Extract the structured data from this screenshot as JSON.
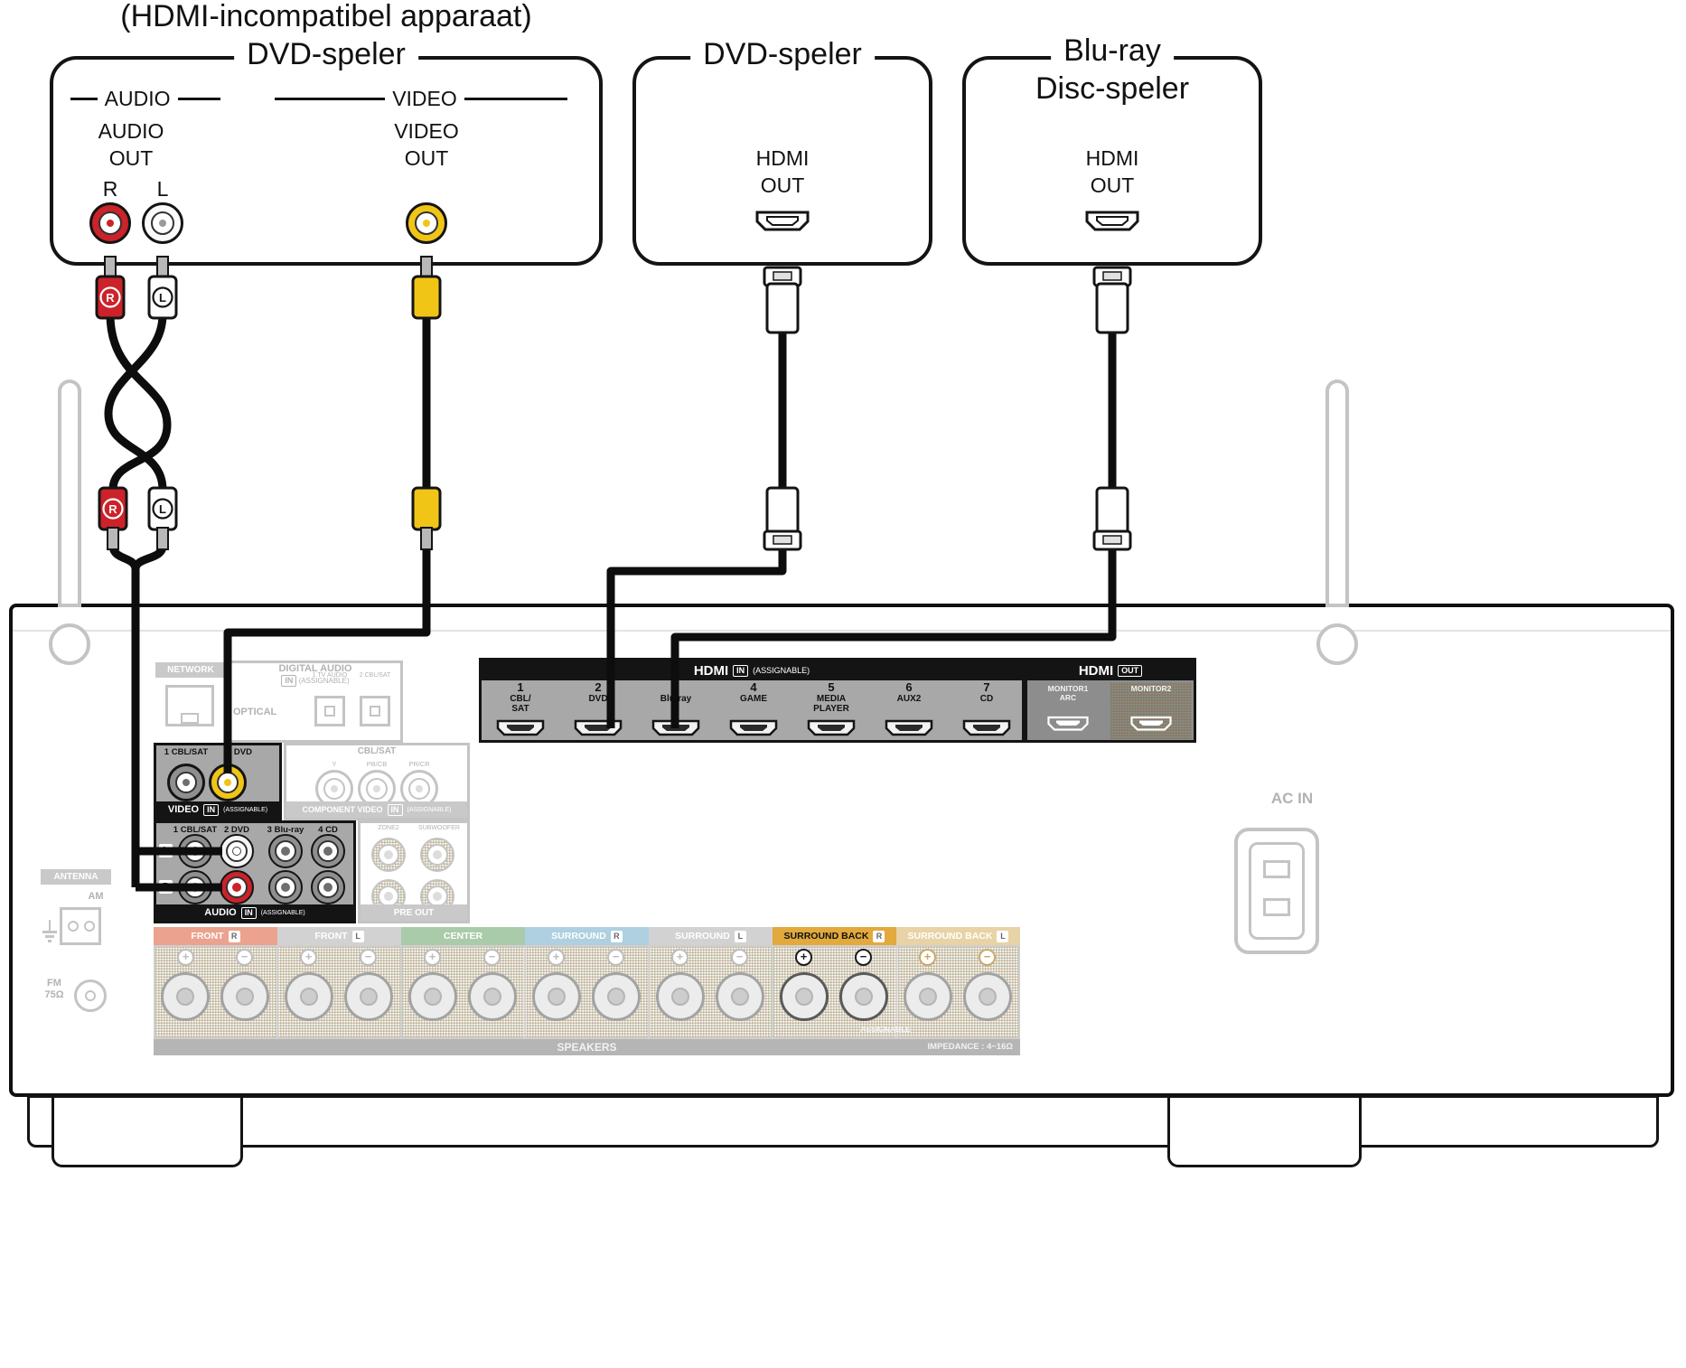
{
  "colors": {
    "cable_black": "#0d0d0d",
    "rca_red": "#cc2229",
    "rca_yellow": "#f0c516",
    "highlight_panel": "#a8a8a8",
    "strip_black": "#141414",
    "ghost_gray": "#c4c4c4",
    "front_r": "#eba28e",
    "center": "#a9cba9",
    "surround_r": "#aed0e0",
    "surround_back_r": "#e2a93c",
    "surround_back_l": "#e8d3a6"
  },
  "devices": {
    "analog_dvd": {
      "subtitle": "(HDMI-incompatibel apparaat)",
      "title": "DVD-speler",
      "audio_group": "AUDIO",
      "video_group": "VIDEO",
      "audio_out_line1": "AUDIO",
      "audio_out_line2": "OUT",
      "jack_r": "R",
      "jack_l": "L",
      "video_out_line1": "VIDEO",
      "video_out_line2": "OUT"
    },
    "hdmi_dvd": {
      "title": "DVD-speler",
      "hdmi_line1": "HDMI",
      "hdmi_line2": "OUT"
    },
    "bluray": {
      "title_line1": "Blu-ray",
      "title_line2": "Disc-speler",
      "hdmi_line1": "HDMI",
      "hdm_line2": "OUT",
      "hdmi_line2": "OUT"
    }
  },
  "cables": {
    "top_r": "R",
    "top_l": "L",
    "bottom_r": "R",
    "bottom_l": "L"
  },
  "receiver": {
    "network": {
      "label": "NETWORK"
    },
    "digital_audio": {
      "title": "DIGITAL AUDIO",
      "badge": "IN",
      "assignable": "(ASSIGNABLE)",
      "optical": "OPTICAL",
      "ports": [
        {
          "num": "1",
          "name": "TV AUDIO"
        },
        {
          "num": "2",
          "name": "CBL/SAT"
        }
      ]
    },
    "hdmi_in": {
      "title": "HDMI",
      "badge": "IN",
      "assignable": "(ASSIGNABLE)",
      "ports": [
        {
          "num": "1",
          "name1": "CBL/",
          "name2": "SAT"
        },
        {
          "num": "2",
          "name1": "DVD",
          "name2": ""
        },
        {
          "num": "3",
          "name1": "Blu-ray",
          "name2": ""
        },
        {
          "num": "4",
          "name1": "GAME",
          "name2": ""
        },
        {
          "num": "5",
          "name1": "MEDIA",
          "name2": "PLAYER"
        },
        {
          "num": "6",
          "name1": "AUX2",
          "name2": ""
        },
        {
          "num": "7",
          "name1": "CD",
          "name2": ""
        }
      ]
    },
    "hdmi_out": {
      "title": "HDMI",
      "badge": "OUT",
      "monitor1_line1": "MONITOR1",
      "monitor1_line2": "ARC",
      "monitor2": "MONITOR2"
    },
    "video_in": {
      "labels": [
        "1 CBL/SAT",
        "2 DVD"
      ],
      "title": "VIDEO",
      "badge": "IN",
      "assignable": "(ASSIGNABLE)"
    },
    "component": {
      "group": "CBL/SAT",
      "row_labels": [
        "Y",
        "PB/CB",
        "PR/CR"
      ],
      "title": "COMPONENT VIDEO",
      "badge": "IN",
      "assignable": "(ASSIGNABLE)"
    },
    "audio_in": {
      "labels": [
        "1 CBL/SAT",
        "2 DVD",
        "3 Blu-ray",
        "4 CD"
      ],
      "left_badge": "L",
      "right_badge": "R",
      "title": "AUDIO",
      "badge": "IN",
      "assignable": "(ASSIGNABLE)"
    },
    "pre_out": {
      "col1": "ZONE2",
      "col2": "SUBWOOFER",
      "title": "PRE OUT"
    },
    "antenna": {
      "title": "ANTENNA",
      "am": "AM",
      "fm_line1": "FM",
      "fm_line2": "75Ω"
    },
    "speakers": {
      "sections": [
        {
          "label": "FRONT",
          "badge": "R"
        },
        {
          "label": "FRONT",
          "badge": "L"
        },
        {
          "label": "CENTER",
          "badge": ""
        },
        {
          "label": "SURROUND",
          "badge": "R"
        },
        {
          "label": "SURROUND",
          "badge": "L"
        },
        {
          "label": "SURROUND BACK",
          "badge": "R"
        },
        {
          "label": "SURROUND BACK",
          "badge": "L"
        }
      ],
      "assignable": "ASSIGNABLE",
      "title": "SPEAKERS",
      "impedance": "IMPEDANCE : 4~16Ω"
    },
    "ac_in": "AC IN"
  }
}
